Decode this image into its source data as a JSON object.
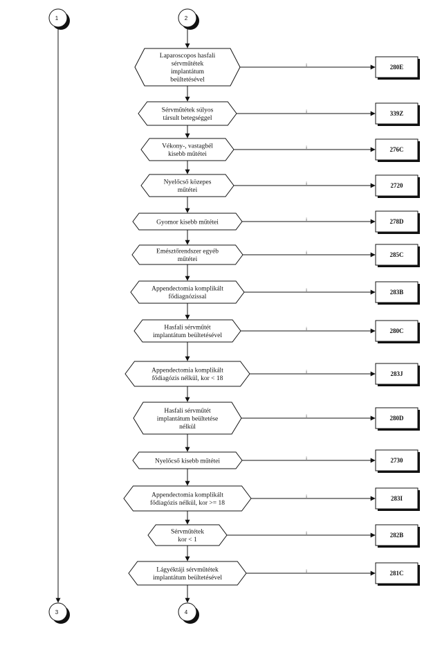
{
  "connectors": [
    {
      "id": "c1",
      "label": "1"
    },
    {
      "id": "c2",
      "label": "2"
    },
    {
      "id": "c3",
      "label": "3"
    },
    {
      "id": "c4",
      "label": "4"
    }
  ],
  "edge_label": "i",
  "nodes": [
    {
      "lines": [
        "Laparoscopos hasfali",
        "sérvműtétek",
        "implantátum",
        "beültetésével"
      ],
      "code": "280E"
    },
    {
      "lines": [
        "Sérvműtétek súlyos",
        "társult betegséggel"
      ],
      "code": "339Z"
    },
    {
      "lines": [
        "Vékony-, vastagbél",
        "kisebb műtétei"
      ],
      "code": "276C"
    },
    {
      "lines": [
        "Nyelőcső közepes",
        "műtétei"
      ],
      "code": "2720"
    },
    {
      "lines": [
        "Gyomor kisebb műtétei"
      ],
      "code": "278D"
    },
    {
      "lines": [
        "Emésztőrendszer egyéb",
        "műtétei"
      ],
      "code": "285C"
    },
    {
      "lines": [
        "Appendectomia komplikált",
        "fődiagnózissal"
      ],
      "code": "283B"
    },
    {
      "lines": [
        "Hasfali sérvműtét",
        "implantátum beültetésével"
      ],
      "code": "280C"
    },
    {
      "lines": [
        "Appendectomia komplikált",
        "fődiagózis nélkül, kor < 18"
      ],
      "code": "283J"
    },
    {
      "lines": [
        "Hasfali sérvműtét",
        "implantátum beültetése",
        "nélkül"
      ],
      "code": "280D"
    },
    {
      "lines": [
        "Nyelőcső kisebb műtétei"
      ],
      "code": "2730"
    },
    {
      "lines": [
        "Appendectomia komplikált",
        "fődiagózis nélkül, kor >= 18"
      ],
      "code": "283I"
    },
    {
      "lines": [
        "Sérvműtétek",
        "kor <  1"
      ],
      "code": "282B"
    },
    {
      "lines": [
        "Lágyéktáji sérvműtétek",
        "implantátum beültetésével"
      ],
      "code": "281C"
    }
  ]
}
